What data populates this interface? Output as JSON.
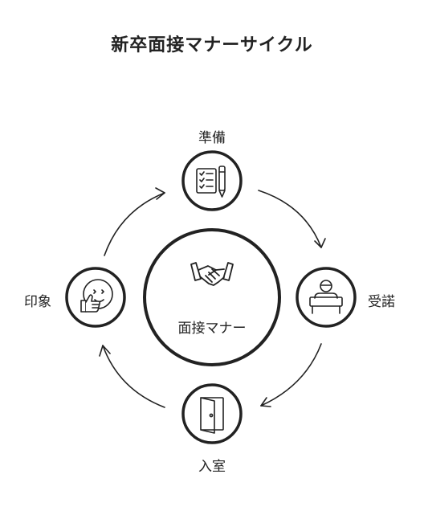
{
  "title": "新卒面接マナーサイクル",
  "center": {
    "label": "面接マナー",
    "icon": "handshake-icon"
  },
  "steps": [
    {
      "label": "準備",
      "icon": "checklist-pen-icon"
    },
    {
      "label": "受諾",
      "icon": "interviewer-desk-icon"
    },
    {
      "label": "入室",
      "icon": "open-door-icon"
    },
    {
      "label": "印象",
      "icon": "smile-thumbs-up-icon"
    }
  ],
  "colors": {
    "stroke": "#222222",
    "background": "#ffffff"
  }
}
